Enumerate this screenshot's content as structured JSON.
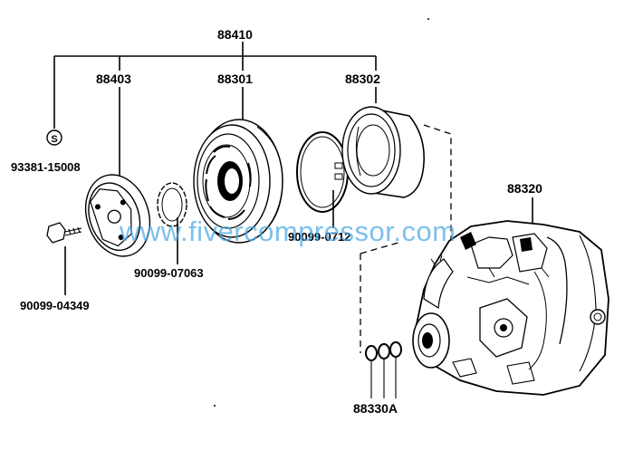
{
  "diagram": {
    "labels": {
      "assembly": "88410",
      "clutch_hub": "88403",
      "pulley": "88301",
      "stator": "88302",
      "washer": "93381-15008",
      "washer_symbol": "S",
      "snap_ring_inner": "90099-07063",
      "snap_ring_outer": "90099-0712",
      "bolt": "90099-04349",
      "compressor": "88320",
      "o_rings": "88330A"
    },
    "watermark": "www.fivercompressor.com"
  }
}
